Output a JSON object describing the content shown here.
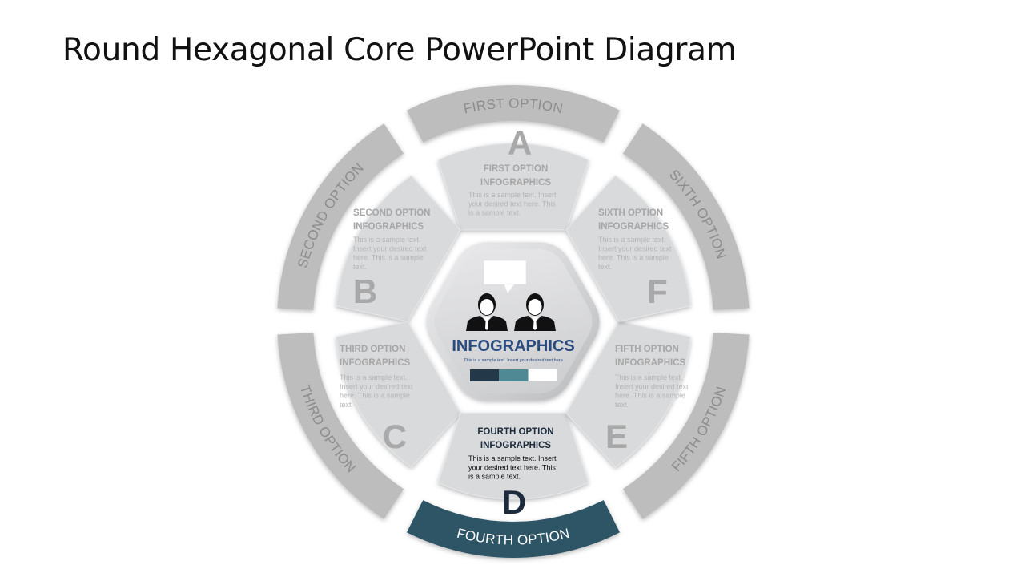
{
  "title": "Round Hexagonal Core PowerPoint Diagram",
  "colors": {
    "ring": "#bdbdbd",
    "ring_shadow": "#a9a9a9",
    "inner_segment": "#d9dadc",
    "muted_text": "#a6a6a6",
    "highlight": "#2d5466",
    "highlight_text": "#1c2c3c",
    "core_title": "#2b4c7e",
    "palette": [
      "#23394a",
      "#4f8a94",
      "#ffffff"
    ]
  },
  "core": {
    "icon": "two-people-chat-icon",
    "heading": "INFOGRAPHICS",
    "subtext": "This is a sample text. Insert your desired text here"
  },
  "segments": [
    {
      "letter": "A",
      "ring_label": "FIRST OPTION",
      "title_lines": [
        "FIRST  OPTION",
        "INFOGRAPHICS"
      ],
      "body_lines": [
        "This is a sample text. Insert",
        "your desired text here. This",
        "is a sample text."
      ],
      "highlighted": false
    },
    {
      "letter": "B",
      "ring_label": "SECOND OPTION",
      "title_lines": [
        "SECOND  OPTION",
        "INFOGRAPHICS"
      ],
      "body_lines": [
        "This is a sample text.",
        "Insert your desired text",
        "here. This is a sample",
        "text."
      ],
      "highlighted": false
    },
    {
      "letter": "C",
      "ring_label": "THIRD OPTION",
      "title_lines": [
        "THIRD  OPTION",
        "INFOGRAPHICS"
      ],
      "body_lines": [
        "This is a sample text.",
        "Insert your desired text",
        "here. This is a sample",
        "text."
      ],
      "highlighted": false
    },
    {
      "letter": "D",
      "ring_label": "FOURTH OPTION",
      "title_lines": [
        "FOURTH  OPTION",
        "INFOGRAPHICS"
      ],
      "body_lines": [
        "This is a sample text. Insert",
        "your desired text here. This",
        "is a sample text."
      ],
      "highlighted": true
    },
    {
      "letter": "E",
      "ring_label": "FIFTH OPTION",
      "title_lines": [
        "FIFTH  OPTION",
        "INFOGRAPHICS"
      ],
      "body_lines": [
        "This is a sample text.",
        "Insert your desired text",
        "here. This is a sample",
        "text."
      ],
      "highlighted": false
    },
    {
      "letter": "F",
      "ring_label": "SIXTH OPTION",
      "title_lines": [
        "SIXTH  OPTION",
        "INFOGRAPHICS"
      ],
      "body_lines": [
        "This is a sample text.",
        "Insert your desired text",
        "here. This is a sample",
        "text."
      ],
      "highlighted": false
    }
  ]
}
